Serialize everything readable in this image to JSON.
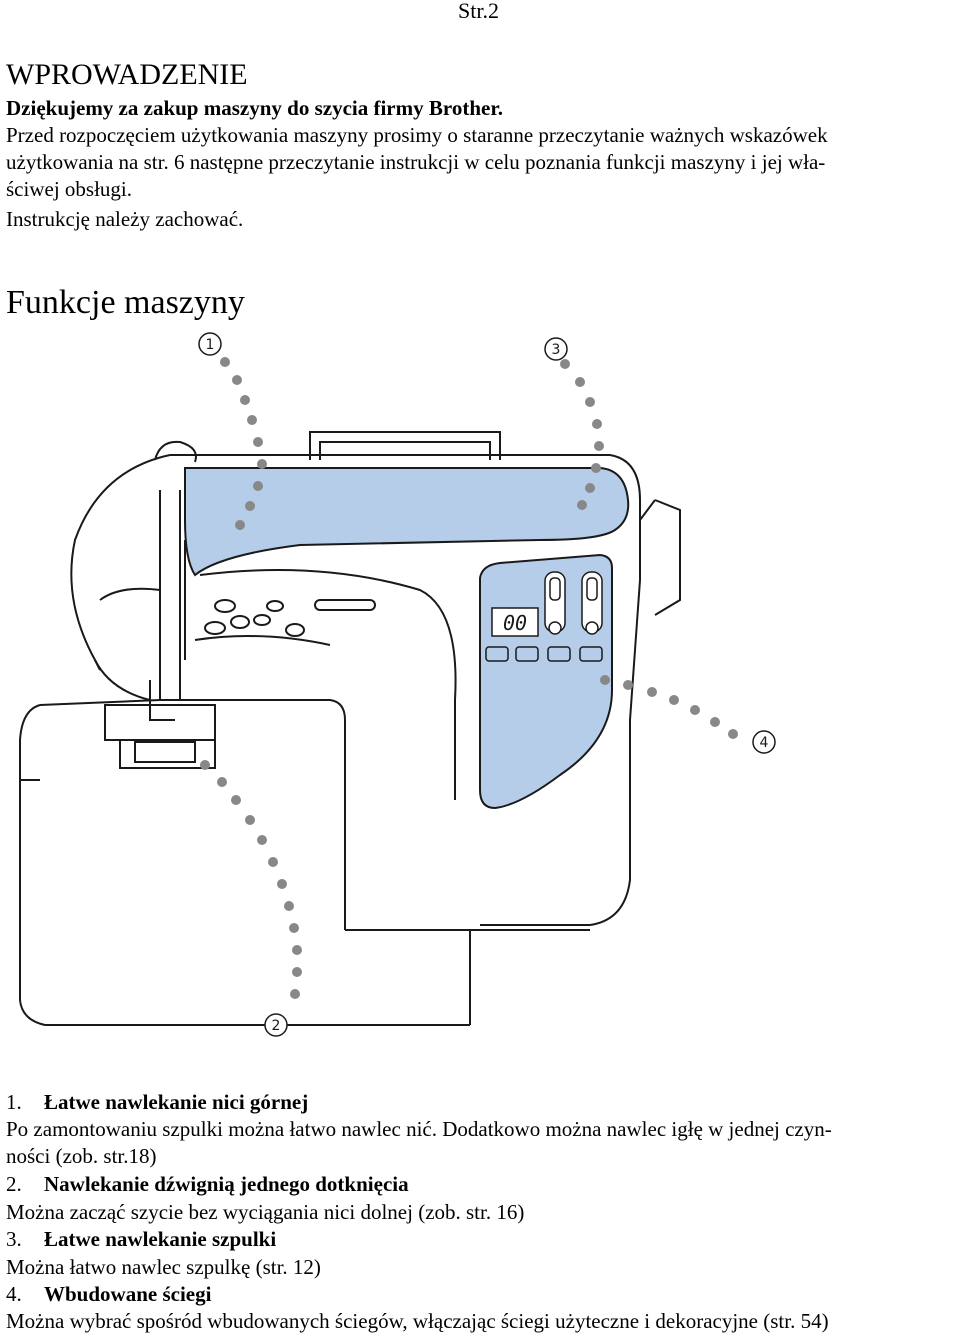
{
  "page_number": "Str.2",
  "intro": {
    "heading": "WPROWADZENIE",
    "thanks": "Dziękujemy za zakup maszyny do szycia firmy Brother.",
    "line1": "Przed rozpoczęciem użytkowania maszyny prosimy o staranne przeczytanie ważnych wskazówek",
    "line2": "użytkowania na str. 6 następne przeczytanie instrukcji w celu poznania funkcji maszyny i jej wła-",
    "line3": "ściwej obsługi.",
    "line4": "Instrukcję należy zachować."
  },
  "features_heading": "Funkcje maszyny",
  "diagram": {
    "callouts": [
      "1",
      "2",
      "3",
      "4"
    ],
    "display_digits": "00",
    "colors": {
      "panel": "#b5cde9",
      "outline": "#1a1a1a",
      "dots": "#888888"
    }
  },
  "features": [
    {
      "num": "1.",
      "title": "Łatwe nawlekanie nici górnej",
      "desc1": "Po zamontowaniu szpulki można łatwo nawlec nić. Dodatkowo można nawlec igłę w jednej czyn-",
      "desc2": "ności (zob. str.18)"
    },
    {
      "num": "2.",
      "title": "Nawlekanie dźwignią jednego dotknięcia",
      "desc1": "Można zacząć szycie bez wyciągania nici dolnej (zob. str. 16)"
    },
    {
      "num": "3.",
      "title": "Łatwe nawlekanie szpulki",
      "desc1": "Można łatwo nawlec szpulkę (str. 12)"
    },
    {
      "num": "4.",
      "title": "Wbudowane ściegi",
      "desc1": "Można wybrać spośród wbudowanych ściegów, włączając ściegi użyteczne i dekoracyjne (str. 54)"
    }
  ]
}
